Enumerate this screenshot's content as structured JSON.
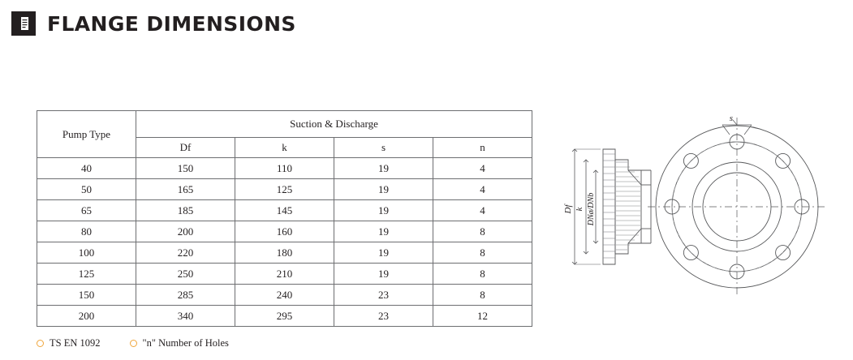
{
  "header": {
    "title": "FLANGE DIMENSIONS",
    "icon": "document-icon"
  },
  "table": {
    "group_headers": {
      "pump_type": "Pump Type",
      "suction_discharge": "Suction & Discharge"
    },
    "columns": [
      "Df",
      "k",
      "s",
      "n"
    ],
    "rows": [
      {
        "type": "40",
        "df": "150",
        "k": "110",
        "s": "19",
        "n": "4"
      },
      {
        "type": "50",
        "df": "165",
        "k": "125",
        "s": "19",
        "n": "4"
      },
      {
        "type": "65",
        "df": "185",
        "k": "145",
        "s": "19",
        "n": "4"
      },
      {
        "type": "80",
        "df": "200",
        "k": "160",
        "s": "19",
        "n": "8"
      },
      {
        "type": "100",
        "df": "220",
        "k": "180",
        "s": "19",
        "n": "8"
      },
      {
        "type": "125",
        "df": "250",
        "k": "210",
        "s": "19",
        "n": "8"
      },
      {
        "type": "150",
        "df": "285",
        "k": "240",
        "s": "23",
        "n": "8"
      },
      {
        "type": "200",
        "df": "340",
        "k": "295",
        "s": "23",
        "n": "12"
      }
    ]
  },
  "legend": [
    {
      "label": "TS EN 1092"
    },
    {
      "label": "\"n\" Number of Holes"
    }
  ],
  "drawing": {
    "labels": {
      "s": "s",
      "df": "Df",
      "k": "k",
      "dn": "DNø/DNb"
    }
  },
  "colors": {
    "text": "#231f20",
    "rule": "#6d6e71",
    "legend_accent": "#f0a63c",
    "drawing_line": "#58595b"
  }
}
